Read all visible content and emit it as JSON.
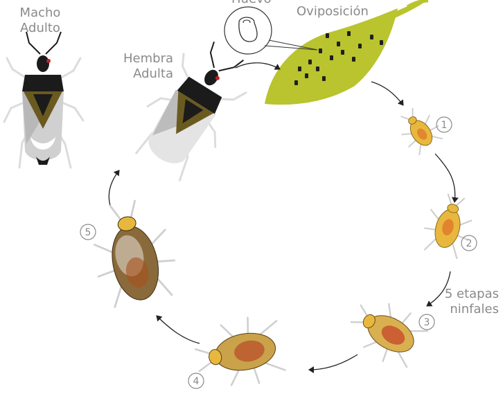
{
  "labels": {
    "male_adult_line1": "Macho",
    "male_adult_line2": "Adulto",
    "female_adult_line1": "Hembra",
    "female_adult_line2": "Adulta",
    "egg": "Huevo",
    "oviposition": "Oviposición",
    "nymph_stages_line1": "5 etapas",
    "nymph_stages_line2": "ninfales"
  },
  "stage_numbers": [
    "1",
    "2",
    "3",
    "4",
    "5"
  ],
  "colors": {
    "leaf": "#b9c42e",
    "text": "#8a8a8a",
    "arrow": "#222222",
    "insect_black": "#1b1b1b",
    "wing_gray": "#cfcfcf",
    "nymph_yellow": "#e8b83e",
    "nymph_orange": "#e07a2a",
    "nymph_brown": "#7a5a2a"
  }
}
